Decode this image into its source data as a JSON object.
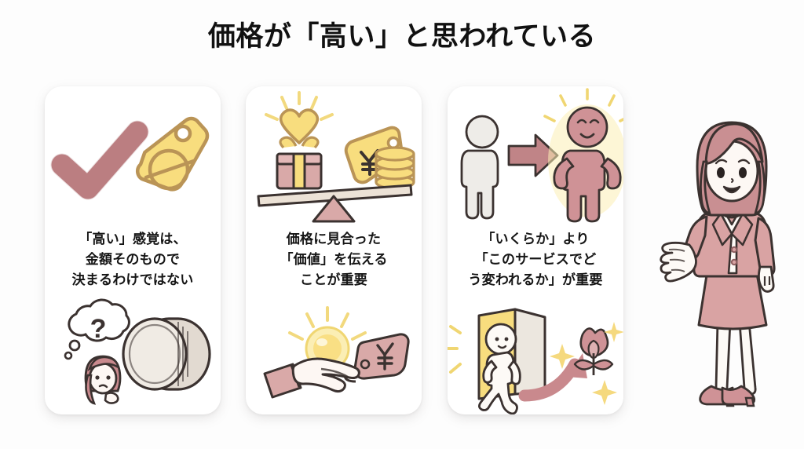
{
  "slide": {
    "title": "価格が「高い」と思われている",
    "background_color": "#fdfdfd"
  },
  "palette": {
    "rose": "#c99092",
    "rose_dark": "#b2797c",
    "rose_light": "#ddb1b2",
    "yellow": "#f7db7c",
    "yellow_light": "#fbeeb4",
    "tan_outline": "#b08d52",
    "ink": "#3b3230",
    "cream": "#f2ece4",
    "gray_figure": "#eeece8",
    "text": "#151515"
  },
  "cards": [
    {
      "id": "card-1",
      "caption": "「高い」感覚は、\n金額そのもので\n決まるわけではない",
      "top_art": {
        "name": "checkmark-and-price-tag-illustration",
        "elements": [
          "check-icon",
          "price-tag-icon",
          "coin-symbol-icon"
        ]
      },
      "bottom_art": {
        "name": "puzzled-person-and-coin-illustration",
        "elements": [
          "thought-bubble-icon",
          "question-mark-icon",
          "person-thinking-icon",
          "large-coin-icon"
        ]
      }
    },
    {
      "id": "card-2",
      "caption": "価格に見合った\n「価値」を伝える\nことが重要",
      "top_art": {
        "name": "balance-scale-illustration",
        "elements": [
          "heart-icon",
          "gift-box-icon",
          "yen-tag-icon",
          "coin-stack-icon",
          "seesaw-icon"
        ]
      },
      "bottom_art": {
        "name": "hand-with-idea-light-illustration",
        "elements": [
          "hand-icon",
          "glowing-orb-icon",
          "yen-tag-icon"
        ]
      }
    },
    {
      "id": "card-3",
      "caption": "「いくらか」より\n「このサービスでど\nう変われるか」が重要",
      "top_art": {
        "name": "person-transformation-illustration",
        "elements": [
          "plain-person-icon",
          "arrow-right-icon",
          "glowing-confident-person-icon"
        ]
      },
      "bottom_art": {
        "name": "person-walking-through-door-illustration",
        "elements": [
          "open-door-icon",
          "walking-person-icon",
          "curved-arrow-icon",
          "flower-icon",
          "sparkle-icon"
        ]
      }
    }
  ],
  "presenter": {
    "name": "presenter-woman",
    "description": "女性プレゼンター",
    "hair_color": "#c98f92",
    "suit_color": "#d9a3a3",
    "gesture": "open-hand-presenting"
  }
}
